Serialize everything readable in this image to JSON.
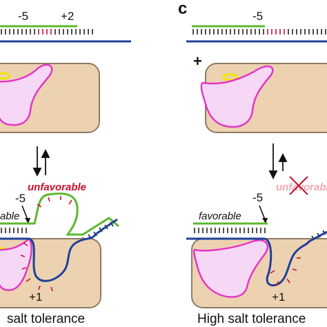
{
  "panel_left": {
    "top_marks": {
      "a": "-5",
      "b": "+2"
    },
    "unfavorable": "unfavorable",
    "partial_label": "able",
    "bottom_marks": {
      "a": "-5",
      "b": "+1"
    },
    "caption": "salt tolerance"
  },
  "panel_right": {
    "panel_letter": "c",
    "top_mark": "-5",
    "plus_sign": "+",
    "favorable": "favorable",
    "unfavorable_crossed": "unfavorable",
    "bottom_marks": {
      "a": "-5",
      "b": "+1"
    },
    "caption": "High salt tolerance"
  },
  "colors": {
    "cell": "#ecd2b0",
    "cell_border": "#8c7b62",
    "rnap": "#f6d8f6",
    "rnap_border": "#e237c6",
    "green_strand": "#5bb82e",
    "blue_strand": "#1f3f9a",
    "red_ticks": "#c8102e",
    "yellow": "#f1e400"
  }
}
